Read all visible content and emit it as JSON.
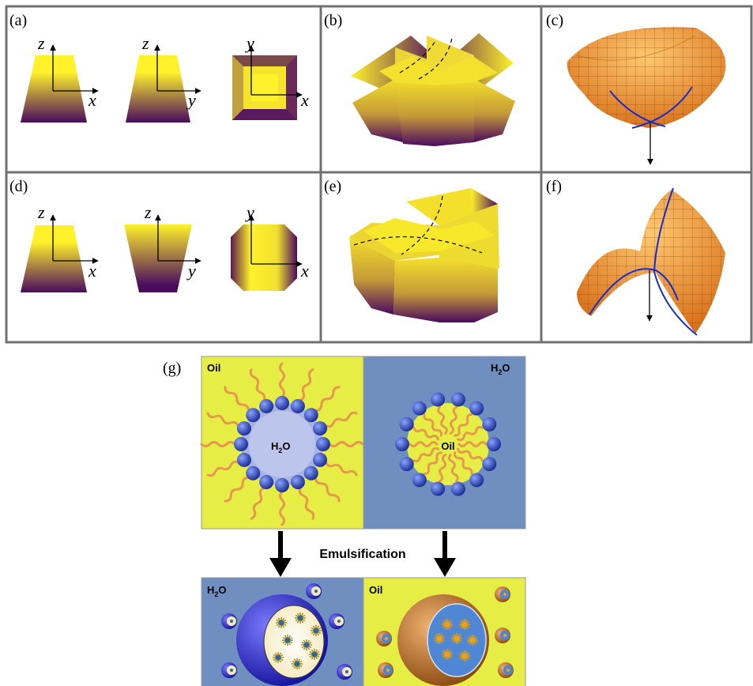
{
  "panels": {
    "a": {
      "label": "(a)",
      "axes": [
        {
          "v": "z",
          "h": "x"
        },
        {
          "v": "z",
          "h": "y"
        },
        {
          "v": "y",
          "h": "x"
        }
      ]
    },
    "b": {
      "label": "(b)"
    },
    "c": {
      "label": "(c)"
    },
    "d": {
      "label": "(d)",
      "axes": [
        {
          "v": "z",
          "h": "x"
        },
        {
          "v": "z",
          "h": "y"
        },
        {
          "v": "y",
          "h": "x"
        }
      ]
    },
    "e": {
      "label": "(e)"
    },
    "f": {
      "label": "(f)"
    },
    "g": {
      "label": "(g)",
      "top_left": {
        "phase": "Oil",
        "core": "H",
        "core_sub": "2",
        "core_tail": "O"
      },
      "top_right": {
        "phase": "H",
        "phase_sub": "2",
        "phase_tail": "O",
        "core": "Oil"
      },
      "arrow_label": "Emulsification",
      "bottom_left": {
        "phase": "H",
        "phase_sub": "2",
        "phase_tail": "O"
      },
      "bottom_right": {
        "phase": "Oil"
      }
    }
  },
  "colors": {
    "yellow": "#fff22a",
    "purple": "#4a0a5e",
    "oil_bg": "#e6ee45",
    "water_bg": "#6f8fc0",
    "tail": "#e39a4c",
    "head": "#3b52c4",
    "surface": "#f09a3a",
    "curve": "#1a2ccc",
    "border": "#707070"
  }
}
